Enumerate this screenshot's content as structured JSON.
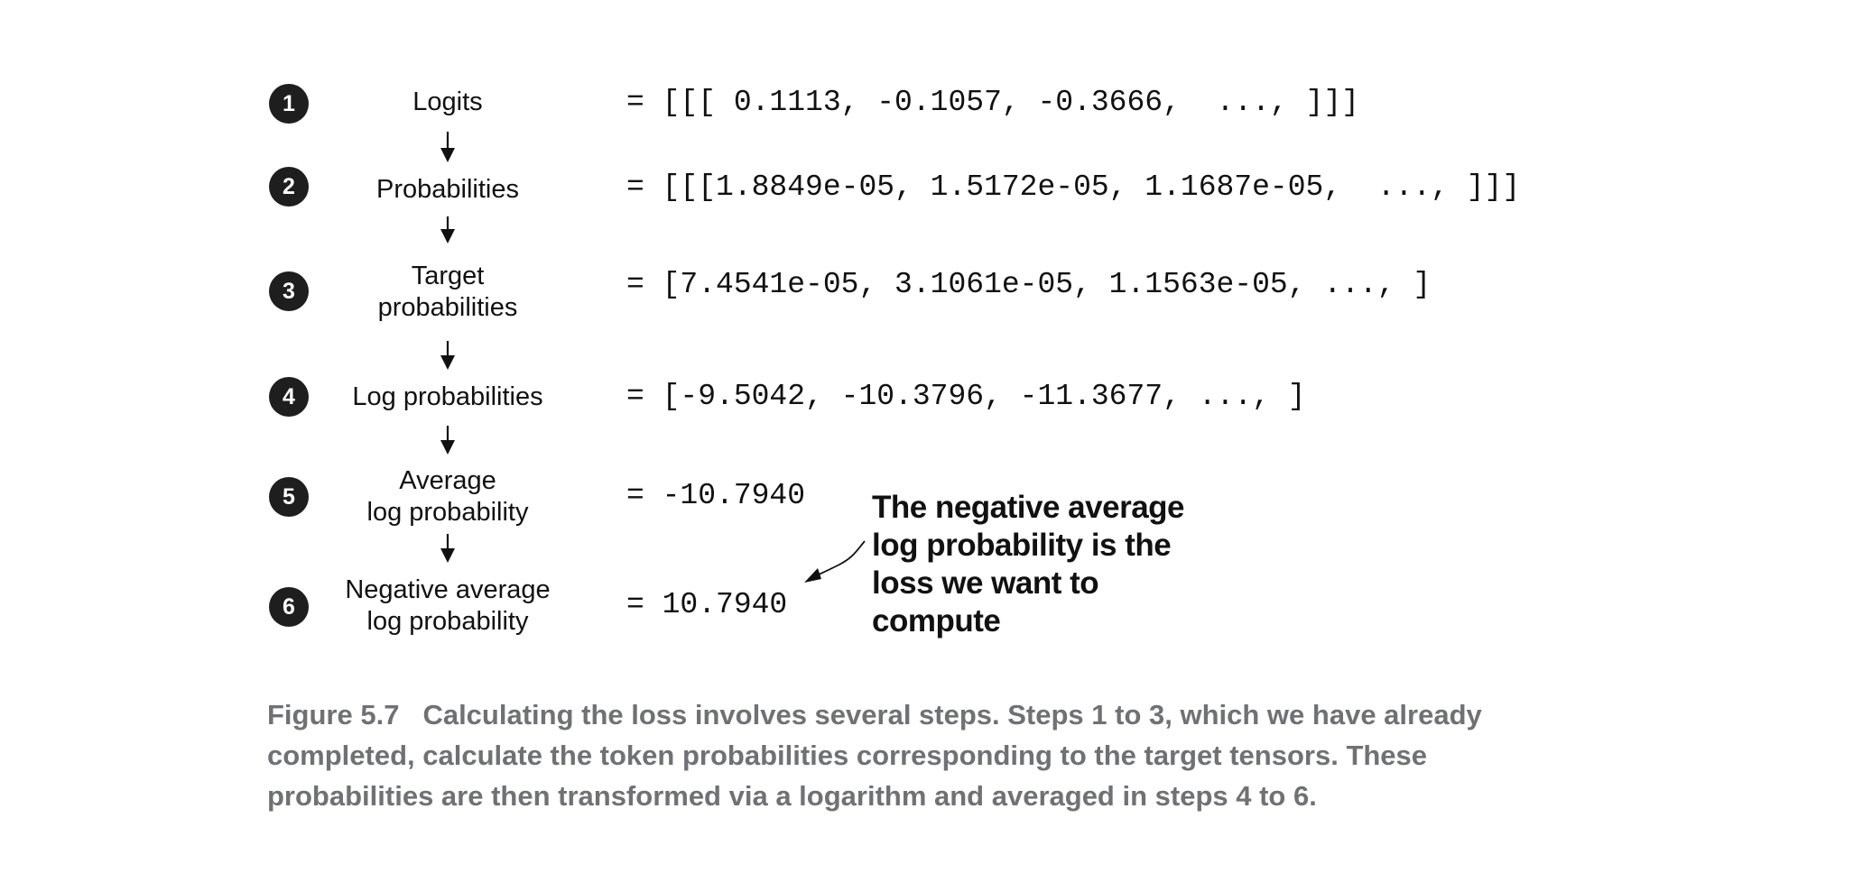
{
  "steps": [
    {
      "number": "1",
      "label_lines": [
        "Logits"
      ],
      "value": "= [[[ 0.1113, -0.1057, -0.3666,  ..., ]]]"
    },
    {
      "number": "2",
      "label_lines": [
        "Probabilities"
      ],
      "value": "= [[[1.8849e-05, 1.5172e-05, 1.1687e-05,  ..., ]]]"
    },
    {
      "number": "3",
      "label_lines": [
        "Target",
        "probabilities"
      ],
      "value": "= [7.4541e-05, 3.1061e-05, 1.1563e-05, ..., ]"
    },
    {
      "number": "4",
      "label_lines": [
        "Log probabilities"
      ],
      "value": "= [-9.5042, -10.3796, -11.3677, ..., ]"
    },
    {
      "number": "5",
      "label_lines": [
        "Average",
        "log probability"
      ],
      "value": "= -10.7940"
    },
    {
      "number": "6",
      "label_lines": [
        "Negative average",
        "log probability"
      ],
      "value": "= 10.7940"
    }
  ],
  "annotation": {
    "lines": [
      "The negative average",
      "log probability is the",
      "loss we want to",
      "compute"
    ]
  },
  "caption": {
    "figure_number": "Figure 5.7",
    "lines": [
      "Calculating the loss involves several steps. Steps 1 to 3, which we have already",
      "completed, calculate the token probabilities corresponding to the target tensors. These",
      "probabilities are then transformed via a logarithm and averaged in steps 4 to 6."
    ]
  }
}
